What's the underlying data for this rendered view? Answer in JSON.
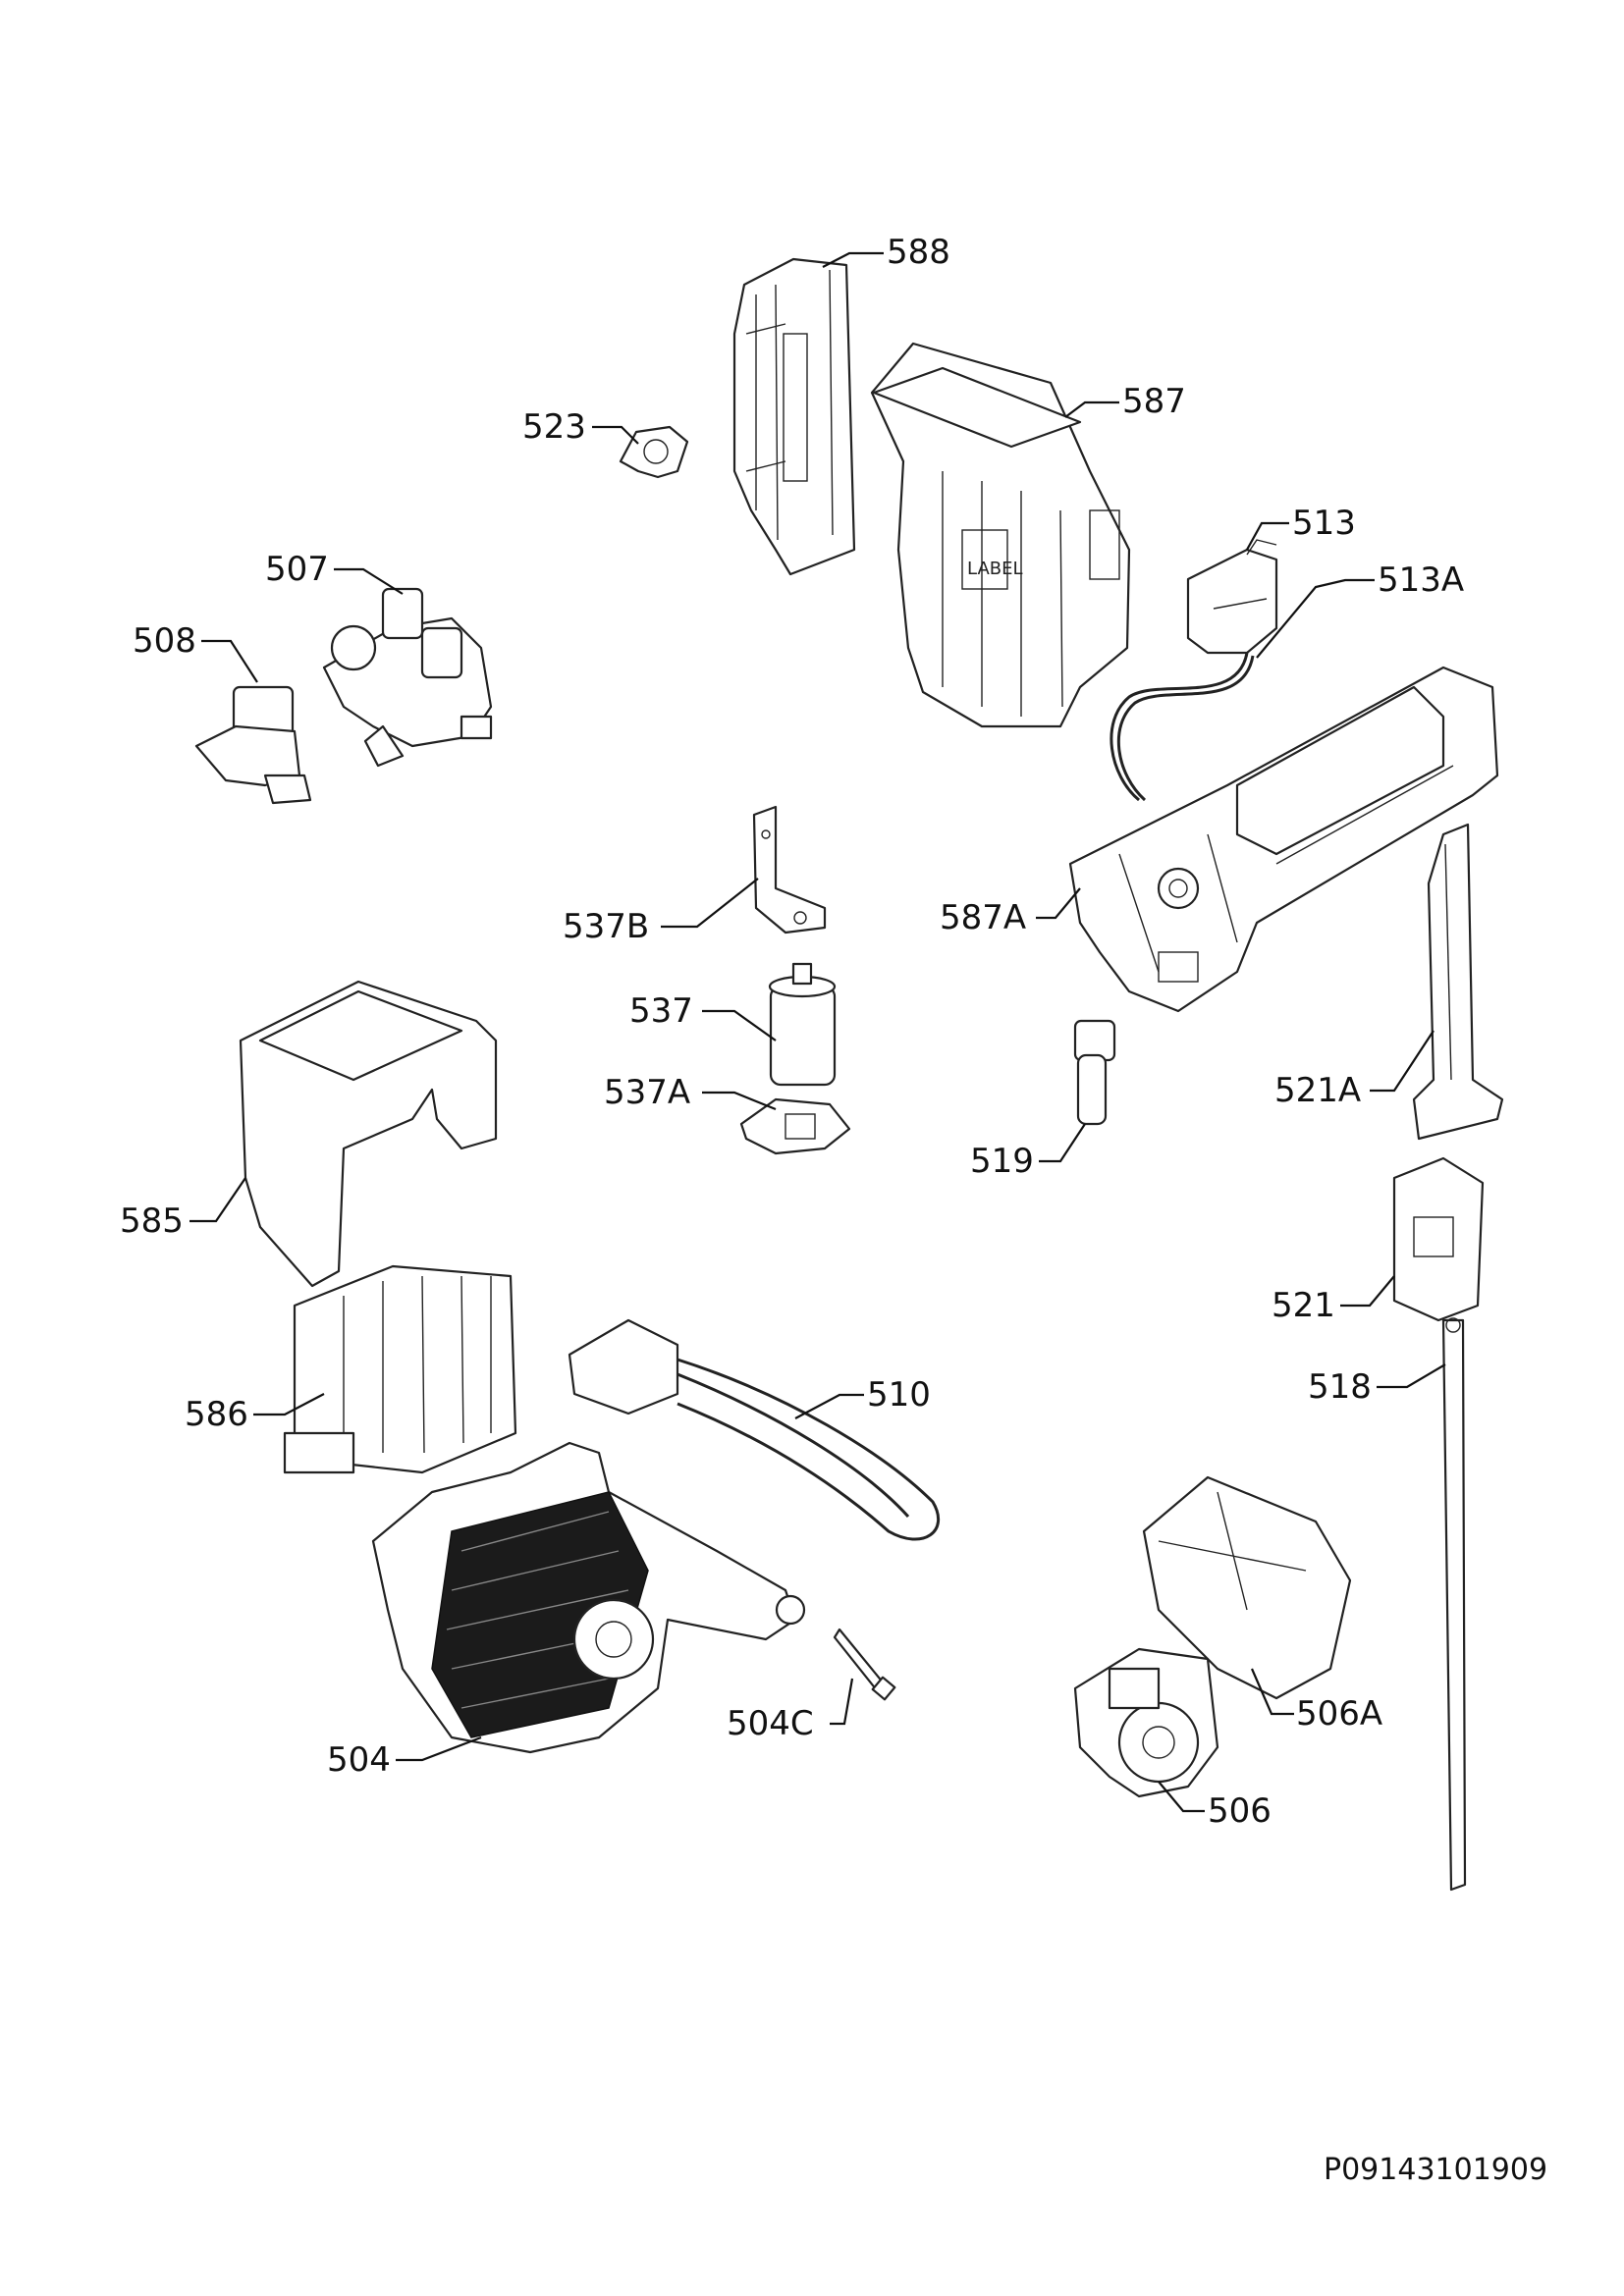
{
  "document": {
    "drawing_number": "P09143101909"
  },
  "callouts": {
    "c588": "588",
    "c587": "587",
    "c523": "523",
    "c513": "513",
    "c513A": "513A",
    "c507": "507",
    "c508": "508",
    "c537B": "537B",
    "c587A": "587A",
    "c537": "537",
    "c537A": "537A",
    "c521A": "521A",
    "c519": "519",
    "c585": "585",
    "c521": "521",
    "c518": "518",
    "c586": "586",
    "c510": "510",
    "c506A": "506A",
    "c504C": "504C",
    "c504": "504",
    "c506": "506"
  },
  "labels": {
    "label_sticker": "LABEL"
  }
}
